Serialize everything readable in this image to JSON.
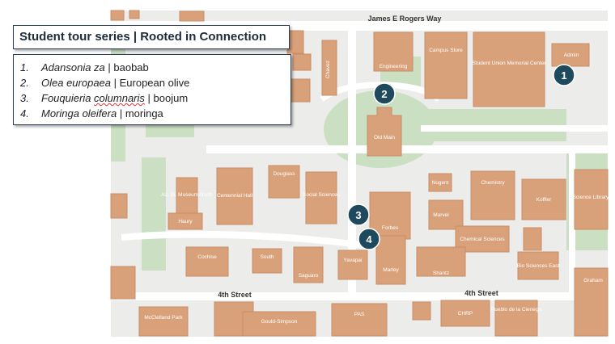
{
  "title": "Student tour series | Rooted in Connection",
  "stops": [
    {
      "number": "1.",
      "scientific": "Adansonia za",
      "scientific_rest": "",
      "common": " | baobab"
    },
    {
      "number": "2.",
      "scientific": "Olea europaea",
      "scientific_rest": "",
      "common": " | European olive"
    },
    {
      "number": "3.",
      "scientific": "Fouquieria ",
      "scientific_rest": "columnaris",
      "common": " | boojum"
    },
    {
      "number": "4.",
      "scientific": "Moringa oleifera",
      "scientific_rest": "",
      "common": " | moringa"
    }
  ],
  "markers": [
    "1",
    "2",
    "3",
    "4"
  ],
  "streets": {
    "north": "James E Rogers Way",
    "south_left": "4th Street",
    "south_right": "4th Street"
  },
  "buildings": {
    "engineering": "Engineering",
    "campus_store": "Campus Store",
    "student_union": "Student Union Memorial Center",
    "admin": "Admin",
    "chavez": "Chavez",
    "old_main": "Old Main",
    "centennial": "Centennial Hall",
    "douglass": "Douglass",
    "social_sciences": "Social Sciences",
    "nugent": "Nugent",
    "chemistry": "Chemistry",
    "koffler": "Koffler",
    "science_library": "Science Library",
    "az_state_museum": "Az. St. Museum North",
    "haury": "Haury",
    "forbes": "Forbes",
    "marvel": "Marvel",
    "chemical_sciences": "Chemical Sciences",
    "cochise": "Cochise",
    "south": "South",
    "yavapai": "Yavapai",
    "saguaro": "Saguaro",
    "marley": "Marley",
    "shantz": "Shantz",
    "bio_sciences": "Bio Sciences East",
    "mcclelland": "McClelland Park",
    "gould_simpson": "Gould-Simpson",
    "pas": "PAS",
    "chrp": "CHRP",
    "pueblo": "Pueblo de la Cienega",
    "graham": "Graham"
  },
  "colors": {
    "map_background": "#ececea",
    "lawn": "#cbe0c2",
    "building": "#d9a17a",
    "building_edge": "#c98d66",
    "marker_fill": "#1f4a5e",
    "box_border": "#2e3f55"
  }
}
